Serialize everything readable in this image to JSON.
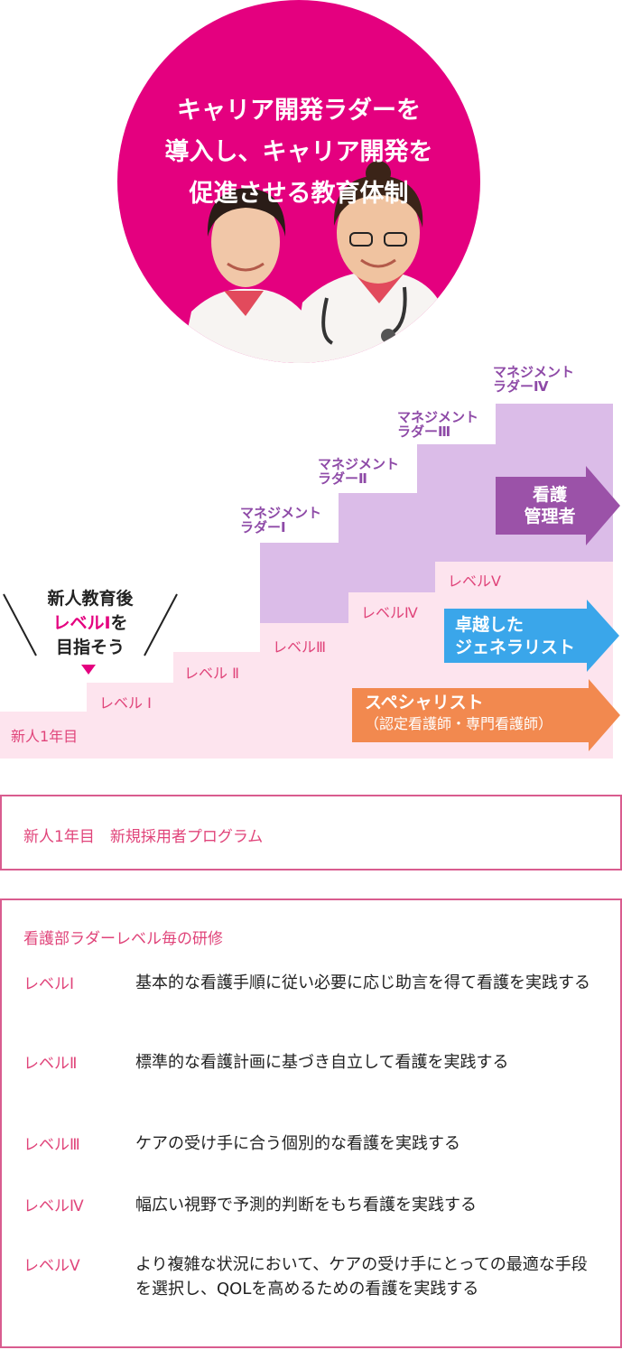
{
  "hero": {
    "line1": "キャリア開発ラダーを",
    "line2": "導入し、キャリア開発を",
    "line3": "促進させる教育体制"
  },
  "ladder": {
    "steps": [
      "新人1年目",
      "レベル Ⅰ",
      "レベル Ⅱ",
      "レベルⅢ",
      "レベルⅣ",
      "レベルⅤ"
    ],
    "management": [
      {
        "line1": "マネジメント",
        "line2": "ラダーⅠ"
      },
      {
        "line1": "マネジメント",
        "line2": "ラダーⅡ"
      },
      {
        "line1": "マネジメント",
        "line2": "ラダーⅢ"
      },
      {
        "line1": "マネジメント",
        "line2": "ラダーⅣ"
      }
    ],
    "arrows": {
      "manager": {
        "line1": "看護",
        "line2": "管理者"
      },
      "generalist": {
        "line1": "卓越した",
        "line2": "ジェネラリスト"
      },
      "specialist": {
        "line1": "スペシャリスト",
        "line2": "（認定看護師・専門看護師）"
      }
    },
    "callout": {
      "line1": "新人教育後",
      "line2_highlight": "レベルⅠ",
      "line2_rest": "を",
      "line3": "目指そう"
    },
    "colors": {
      "pink_band": "#fde4ee",
      "purple_band": "#dbbce8",
      "manager_arrow": "#9b52a8",
      "generalist_arrow": "#3aa6ea",
      "specialist_arrow": "#f2894f",
      "accent": "#e4007f"
    }
  },
  "program_box": {
    "title": "新人1年目　新規採用者プログラム"
  },
  "training_box": {
    "heading": "看護部ラダーレベル毎の研修",
    "levels": [
      {
        "name": "レベルⅠ",
        "desc": "基本的な看護手順に従い必要に応じ助言を得て看護を実践する"
      },
      {
        "name": "レベルⅡ",
        "desc": "標準的な看護計画に基づき自立して看護を実践する"
      },
      {
        "name": "レベルⅢ",
        "desc": "ケアの受け手に合う個別的な看護を実践する"
      },
      {
        "name": "レベルⅣ",
        "desc": "幅広い視野で予測的判断をもち看護を実践する"
      },
      {
        "name": "レベルⅤ",
        "desc": "より複雑な状況において、ケアの受け手にとっての最適な手段を選択し、QOLを高めるための看護を実践する"
      }
    ]
  }
}
